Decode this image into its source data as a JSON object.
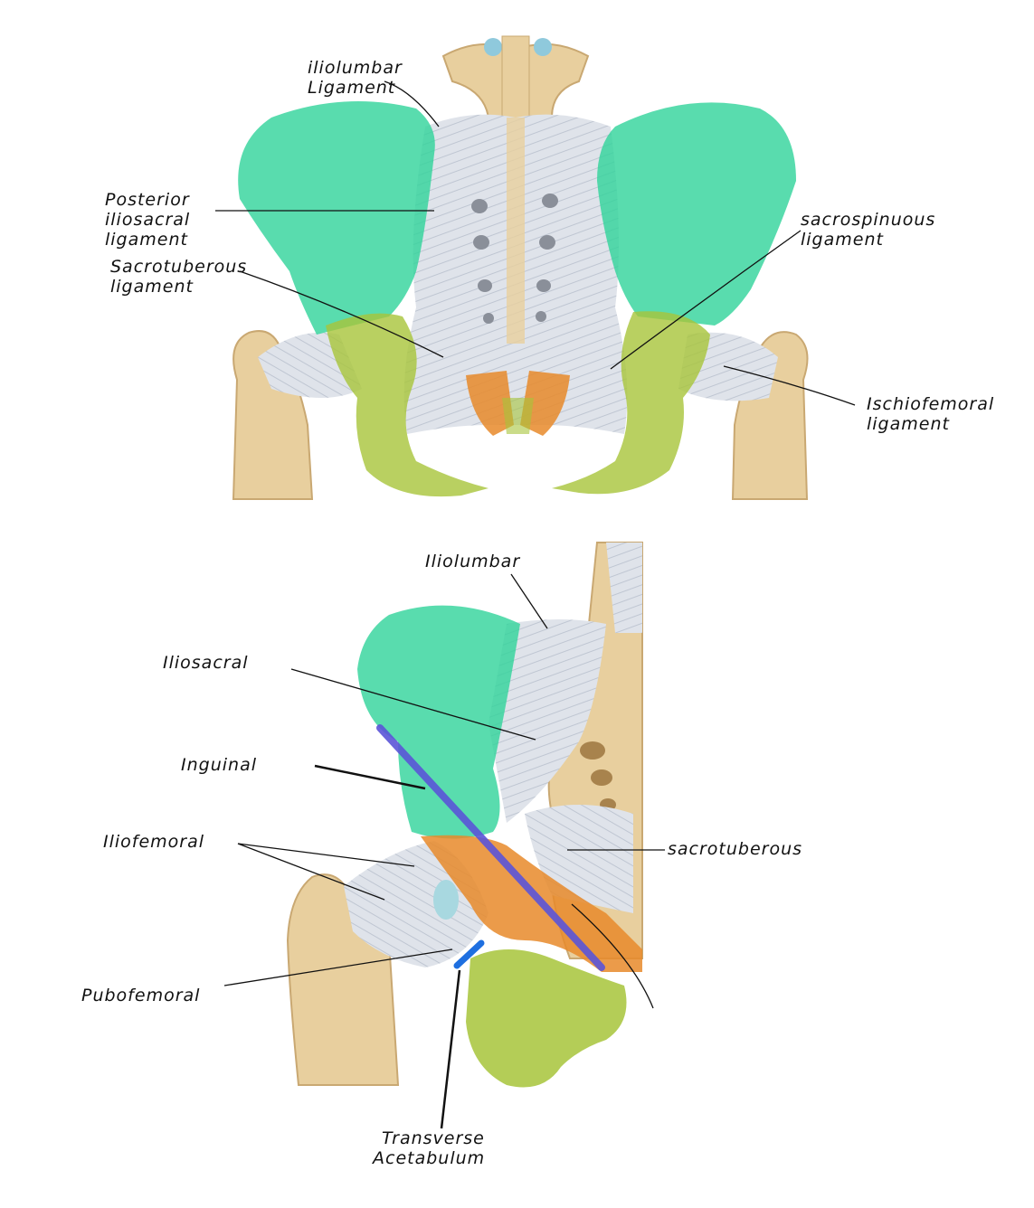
{
  "colors": {
    "bone": "#e8cf9e",
    "bone_shadow": "#c9a872",
    "ligament": "#dfe3ea",
    "ligament_fiber": "#b9c0cc",
    "ilium": "#2fd39a",
    "ischium": "#a7c43a",
    "pubis": "#e88a2a",
    "inguinal": "#5b55d8",
    "transverse_acetabulum": "#1e6fe0",
    "line": "#111111"
  },
  "top_diagram": {
    "labels": {
      "iliolumbar": [
        "iliolumbar",
        "Ligament"
      ],
      "posterior_iliosacral": [
        "Posterior",
        "iliosacral",
        "ligament"
      ],
      "sacrotuberous": [
        "Sacrotuberous",
        "ligament"
      ],
      "sacrospinous": [
        "sacrospinuous",
        "ligament"
      ],
      "ischiofemoral": [
        "Ischiofemoral",
        "ligament"
      ]
    }
  },
  "bottom_diagram": {
    "labels": {
      "iliolumbar": "Iliolumbar",
      "iliosacral": "Iliosacral",
      "inguinal": "Inguinal",
      "iliofemoral": "Iliofemoral",
      "sacrotuberous": "sacrotuberous",
      "pubofemoral": "Pubofemoral",
      "transverse_acetabulum": [
        "Transverse",
        "Acetabulum"
      ]
    }
  }
}
